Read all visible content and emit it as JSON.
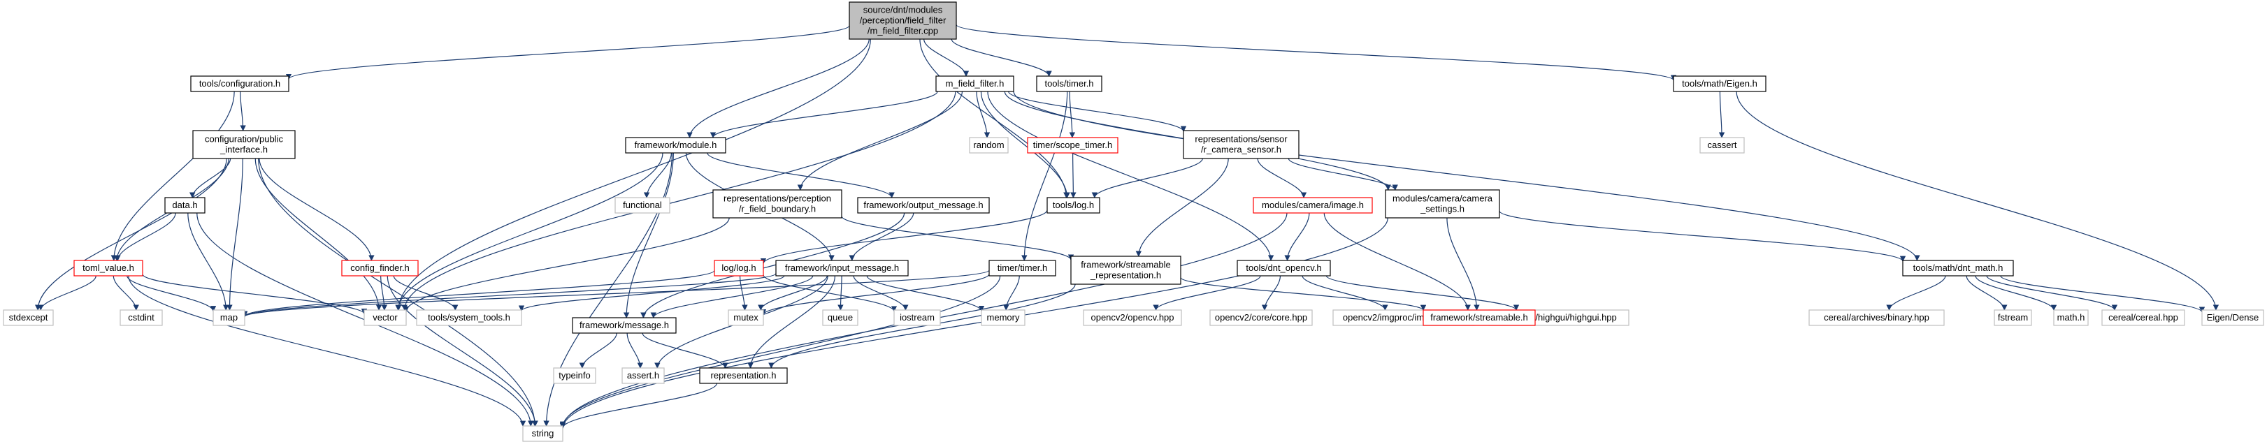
{
  "diagram": {
    "colors": {
      "edge": "#1a3a6e",
      "root_fill": "#bfbfbf",
      "box_stroke": "#000000",
      "link_missing_stroke": "#ff0000",
      "system_stroke": "#bfbfbf",
      "fill": "#ffffff"
    },
    "nodes": [
      {
        "id": "root",
        "kind": "root",
        "lines": [
          "source/dnt/modules",
          "/perception/field_filter",
          "/m_field_filter.cpp"
        ]
      },
      {
        "id": "tools_configuration",
        "kind": "file",
        "lines": [
          "tools/configuration.h"
        ]
      },
      {
        "id": "m_field_filter_h",
        "kind": "file",
        "lines": [
          "m_field_filter.h"
        ]
      },
      {
        "id": "tools_timer",
        "kind": "file",
        "lines": [
          "tools/timer.h"
        ]
      },
      {
        "id": "tools_math_eigen",
        "kind": "file",
        "lines": [
          "tools/math/Eigen.h"
        ]
      },
      {
        "id": "config_public_interface",
        "kind": "file",
        "lines": [
          "configuration/public",
          "_interface.h"
        ]
      },
      {
        "id": "framework_module",
        "kind": "file",
        "lines": [
          "framework/module.h"
        ]
      },
      {
        "id": "random",
        "kind": "system",
        "lines": [
          "random"
        ]
      },
      {
        "id": "timer_scope_timer",
        "kind": "missing",
        "lines": [
          "timer/scope_timer.h"
        ]
      },
      {
        "id": "repr_sensor",
        "kind": "file",
        "lines": [
          "representations/sensor",
          "/r_camera_sensor.h"
        ]
      },
      {
        "id": "cassert",
        "kind": "system",
        "lines": [
          "cassert"
        ]
      },
      {
        "id": "data_h",
        "kind": "file",
        "lines": [
          "data.h"
        ]
      },
      {
        "id": "functional",
        "kind": "system",
        "lines": [
          "functional"
        ]
      },
      {
        "id": "repr_field_boundary",
        "kind": "file",
        "lines": [
          "representations/perception",
          "/r_field_boundary.h"
        ]
      },
      {
        "id": "framework_output_message",
        "kind": "file",
        "lines": [
          "framework/output_message.h"
        ]
      },
      {
        "id": "tools_log",
        "kind": "file",
        "lines": [
          "tools/log.h"
        ]
      },
      {
        "id": "modules_camera_image",
        "kind": "missing",
        "lines": [
          "modules/camera/image.h"
        ]
      },
      {
        "id": "modules_camera_settings",
        "kind": "file",
        "lines": [
          "modules/camera/camera",
          "_settings.h"
        ]
      },
      {
        "id": "toml_value",
        "kind": "missing",
        "lines": [
          "toml_value.h"
        ]
      },
      {
        "id": "config_finder",
        "kind": "missing",
        "lines": [
          "config_finder.h"
        ]
      },
      {
        "id": "log_log",
        "kind": "missing",
        "lines": [
          "log/log.h"
        ]
      },
      {
        "id": "framework_input_message",
        "kind": "file",
        "lines": [
          "framework/input_message.h"
        ]
      },
      {
        "id": "framework_streamable_repr",
        "kind": "file",
        "lines": [
          "framework/streamable",
          "_representation.h"
        ]
      },
      {
        "id": "timer_timer",
        "kind": "file",
        "lines": [
          "timer/timer.h"
        ]
      },
      {
        "id": "tools_dnt_opencv",
        "kind": "file",
        "lines": [
          "tools/dnt_opencv.h"
        ]
      },
      {
        "id": "tools_math_dnt_math",
        "kind": "file",
        "lines": [
          "tools/math/dnt_math.h"
        ]
      },
      {
        "id": "stdexcept",
        "kind": "system",
        "lines": [
          "stdexcept"
        ]
      },
      {
        "id": "cstdint",
        "kind": "system",
        "lines": [
          "cstdint"
        ]
      },
      {
        "id": "map",
        "kind": "system",
        "lines": [
          "map"
        ]
      },
      {
        "id": "vector",
        "kind": "system",
        "lines": [
          "vector"
        ]
      },
      {
        "id": "tools_system_tools",
        "kind": "system",
        "lines": [
          "tools/system_tools.h"
        ]
      },
      {
        "id": "framework_message",
        "kind": "file",
        "lines": [
          "framework/message.h"
        ]
      },
      {
        "id": "mutex",
        "kind": "system",
        "lines": [
          "mutex"
        ]
      },
      {
        "id": "queue",
        "kind": "system",
        "lines": [
          "queue"
        ]
      },
      {
        "id": "iostream",
        "kind": "system",
        "lines": [
          "iostream"
        ]
      },
      {
        "id": "memory",
        "kind": "system",
        "lines": [
          "memory"
        ]
      },
      {
        "id": "opencv",
        "kind": "system",
        "lines": [
          "opencv2/opencv.hpp"
        ]
      },
      {
        "id": "opencv_core",
        "kind": "system",
        "lines": [
          "opencv2/core/core.hpp"
        ]
      },
      {
        "id": "opencv_imgproc",
        "kind": "system",
        "lines": [
          "opencv2/imgproc/imgproc.hpp"
        ]
      },
      {
        "id": "opencv_highgui",
        "kind": "system",
        "lines": [
          "opencv2/highgui/highgui.hpp"
        ]
      },
      {
        "id": "framework_streamable",
        "kind": "missing",
        "lines": [
          "framework/streamable.h"
        ]
      },
      {
        "id": "cereal_binary",
        "kind": "system",
        "lines": [
          "cereal/archives/binary.hpp"
        ]
      },
      {
        "id": "fstream",
        "kind": "system",
        "lines": [
          "fstream"
        ]
      },
      {
        "id": "math_h",
        "kind": "system",
        "lines": [
          "math.h"
        ]
      },
      {
        "id": "cereal_cereal",
        "kind": "system",
        "lines": [
          "cereal/cereal.hpp"
        ]
      },
      {
        "id": "eigen_dense",
        "kind": "system",
        "lines": [
          "Eigen/Dense"
        ]
      },
      {
        "id": "typeinfo",
        "kind": "system",
        "lines": [
          "typeinfo"
        ]
      },
      {
        "id": "assert_h",
        "kind": "system",
        "lines": [
          "assert.h"
        ]
      },
      {
        "id": "representation_h",
        "kind": "file",
        "lines": [
          "representation.h"
        ]
      },
      {
        "id": "string",
        "kind": "system",
        "lines": [
          "string"
        ]
      }
    ],
    "edges": [
      [
        "root",
        "tools_configuration"
      ],
      [
        "root",
        "m_field_filter_h"
      ],
      [
        "root",
        "tools_timer"
      ],
      [
        "root",
        "tools_math_eigen"
      ],
      [
        "root",
        "framework_module"
      ],
      [
        "root",
        "tools_log"
      ],
      [
        "root",
        "vector"
      ],
      [
        "tools_configuration",
        "config_public_interface"
      ],
      [
        "tools_configuration",
        "toml_value"
      ],
      [
        "config_public_interface",
        "data_h"
      ],
      [
        "config_public_interface",
        "toml_value"
      ],
      [
        "config_public_interface",
        "config_finder"
      ],
      [
        "config_public_interface",
        "stdexcept"
      ],
      [
        "config_public_interface",
        "map"
      ],
      [
        "config_public_interface",
        "vector"
      ],
      [
        "config_public_interface",
        "string"
      ],
      [
        "data_h",
        "toml_value"
      ],
      [
        "data_h",
        "map"
      ],
      [
        "data_h",
        "string"
      ],
      [
        "toml_value",
        "stdexcept"
      ],
      [
        "toml_value",
        "cstdint"
      ],
      [
        "toml_value",
        "map"
      ],
      [
        "toml_value",
        "vector"
      ],
      [
        "toml_value",
        "string"
      ],
      [
        "config_finder",
        "vector"
      ],
      [
        "config_finder",
        "tools_system_tools"
      ],
      [
        "config_finder",
        "string"
      ],
      [
        "m_field_filter_h",
        "framework_module"
      ],
      [
        "m_field_filter_h",
        "random"
      ],
      [
        "m_field_filter_h",
        "repr_sensor"
      ],
      [
        "m_field_filter_h",
        "repr_field_boundary"
      ],
      [
        "m_field_filter_h",
        "tools_log"
      ],
      [
        "m_field_filter_h",
        "modules_camera_settings"
      ],
      [
        "m_field_filter_h",
        "tools_dnt_opencv"
      ],
      [
        "m_field_filter_h",
        "tools_math_dnt_math"
      ],
      [
        "m_field_filter_h",
        "vector"
      ],
      [
        "framework_module",
        "functional"
      ],
      [
        "framework_module",
        "framework_output_message"
      ],
      [
        "framework_module",
        "framework_input_message"
      ],
      [
        "framework_module",
        "framework_message"
      ],
      [
        "framework_module",
        "vector"
      ],
      [
        "framework_module",
        "string"
      ],
      [
        "tools_timer",
        "timer_scope_timer"
      ],
      [
        "tools_timer",
        "timer_timer"
      ],
      [
        "timer_scope_timer",
        "tools_log"
      ],
      [
        "repr_sensor",
        "modules_camera_image"
      ],
      [
        "repr_sensor",
        "modules_camera_settings"
      ],
      [
        "repr_sensor",
        "framework_streamable_repr"
      ],
      [
        "repr_sensor",
        "tools_log"
      ],
      [
        "tools_math_eigen",
        "cassert"
      ],
      [
        "tools_math_eigen",
        "eigen_dense"
      ],
      [
        "repr_field_boundary",
        "framework_streamable_repr"
      ],
      [
        "repr_field_boundary",
        "vector"
      ],
      [
        "framework_output_message",
        "framework_input_message"
      ],
      [
        "framework_output_message",
        "framework_message"
      ],
      [
        "tools_log",
        "log_log"
      ],
      [
        "log_log",
        "mutex"
      ],
      [
        "log_log",
        "map"
      ],
      [
        "log_log",
        "iostream"
      ],
      [
        "modules_camera_image",
        "tools_dnt_opencv"
      ],
      [
        "modules_camera_image",
        "framework_streamable"
      ],
      [
        "modules_camera_image",
        "string"
      ],
      [
        "modules_camera_settings",
        "framework_streamable"
      ],
      [
        "modules_camera_settings",
        "tools_math_dnt_math"
      ],
      [
        "modules_camera_settings",
        "string"
      ],
      [
        "framework_input_message",
        "framework_message"
      ],
      [
        "framework_input_message",
        "mutex"
      ],
      [
        "framework_input_message",
        "queue"
      ],
      [
        "framework_input_message",
        "iostream"
      ],
      [
        "framework_input_message",
        "memory"
      ],
      [
        "framework_input_message",
        "representation_h"
      ],
      [
        "framework_input_message",
        "tools_system_tools"
      ],
      [
        "framework_input_message",
        "assert_h"
      ],
      [
        "framework_input_message",
        "map"
      ],
      [
        "framework_streamable_repr",
        "framework_streamable"
      ],
      [
        "framework_streamable_repr",
        "representation_h"
      ],
      [
        "timer_timer",
        "mutex"
      ],
      [
        "timer_timer",
        "memory"
      ],
      [
        "timer_timer",
        "string"
      ],
      [
        "timer_timer",
        "map"
      ],
      [
        "tools_dnt_opencv",
        "opencv"
      ],
      [
        "tools_dnt_opencv",
        "opencv_core"
      ],
      [
        "tools_dnt_opencv",
        "opencv_imgproc"
      ],
      [
        "tools_dnt_opencv",
        "opencv_highgui"
      ],
      [
        "tools_math_dnt_math",
        "cereal_binary"
      ],
      [
        "tools_math_dnt_math",
        "fstream"
      ],
      [
        "tools_math_dnt_math",
        "math_h"
      ],
      [
        "tools_math_dnt_math",
        "cereal_cereal"
      ],
      [
        "tools_math_dnt_math",
        "eigen_dense"
      ],
      [
        "framework_message",
        "typeinfo"
      ],
      [
        "framework_message",
        "assert_h"
      ],
      [
        "framework_message",
        "representation_h"
      ],
      [
        "representation_h",
        "string"
      ]
    ]
  }
}
